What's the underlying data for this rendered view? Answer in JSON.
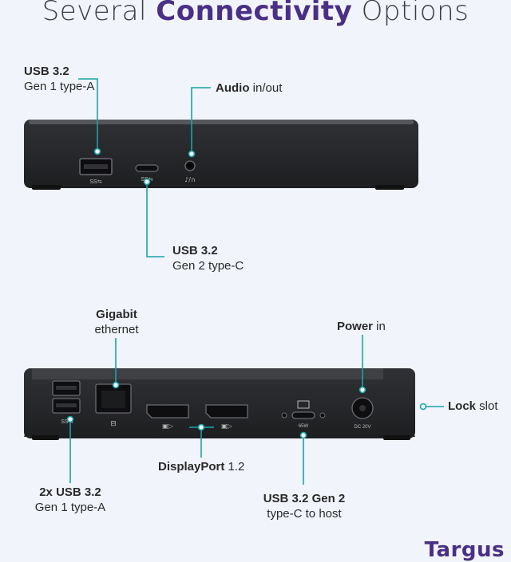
{
  "title": {
    "part1": "Several",
    "part2": "Connectivity",
    "part3": "Options"
  },
  "top_labels": {
    "usb_a": {
      "bold": "USB 3.2",
      "light": "Gen 1 type-A"
    },
    "audio": {
      "bold": "Audio",
      "light": " in/out"
    },
    "usb_c": {
      "bold": "USB 3.2",
      "light": "Gen 2 type-C"
    }
  },
  "bottom_labels": {
    "ethernet": {
      "bold": "Gigabit",
      "light": "ethernet"
    },
    "power": {
      "bold": "Power",
      "light": " in"
    },
    "lock": {
      "bold": "Lock",
      "light": " slot"
    },
    "usb_2x": {
      "bold": "2x USB 3.2",
      "light": "Gen 1 type-A"
    },
    "displayport": {
      "bold": "DisplayPort",
      "light": " 1.2"
    },
    "usb_host": {
      "bold": "USB 3.2 Gen 2",
      "light": "type-C to host"
    }
  },
  "device_markings": {
    "watts": "65W",
    "dc": "DC 20V"
  },
  "brand": "Targus",
  "colors": {
    "accent": "#4a2f86",
    "callout": "#1aa3a8",
    "device": "#2c2d30"
  }
}
